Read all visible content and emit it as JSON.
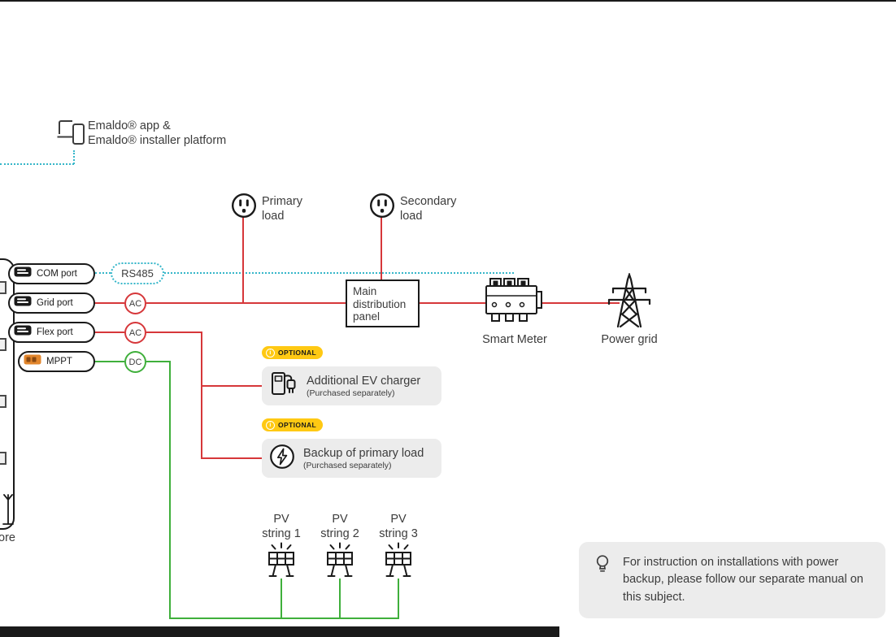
{
  "colors": {
    "red": "#d6373a",
    "green": "#3faf3b",
    "teal": "#35b6c9",
    "yellow": "#ffc913",
    "gray_box": "#ececec",
    "ink": "#1a1a1a",
    "text": "#3c3c3c"
  },
  "app": {
    "line1": "Emaldo® app &",
    "line2": "Emaldo® installer platform"
  },
  "device": {
    "partial_label": "ore"
  },
  "ports": [
    {
      "label": "COM port"
    },
    {
      "label": "Grid port"
    },
    {
      "label": "Flex port"
    },
    {
      "label": "MPPT"
    }
  ],
  "connectors": {
    "rs485": "RS485",
    "ac1": "AC",
    "ac2": "AC",
    "dc": "DC"
  },
  "loads": [
    {
      "line1": "Primary",
      "line2": "load"
    },
    {
      "line1": "Secondary",
      "line2": "load"
    }
  ],
  "distribution_panel": {
    "label": "Main distribution panel"
  },
  "smart_meter": {
    "label": "Smart Meter"
  },
  "power_grid": {
    "label": "Power grid"
  },
  "optional": {
    "badge": "OPTIONAL"
  },
  "ev_charger": {
    "title": "Additional EV charger",
    "subtitle": "(Purchased separately)"
  },
  "backup_load": {
    "title": "Backup of primary load",
    "subtitle": "(Purchased separately)"
  },
  "pv_strings": [
    {
      "line1": "PV",
      "line2": "string 1"
    },
    {
      "line1": "PV",
      "line2": "string 2"
    },
    {
      "line1": "PV",
      "line2": "string 3"
    }
  ],
  "note": {
    "text": "For instruction on installations with power backup, please follow our separate manual on this subject."
  }
}
